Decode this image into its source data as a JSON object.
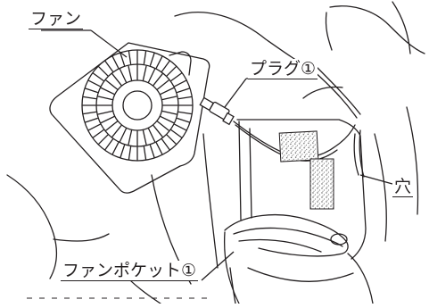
{
  "labels": {
    "fan": "ファン",
    "plug": "プラグ①",
    "hole": "穴",
    "fan_pocket": "ファンポケット①"
  },
  "colors": {
    "line": "#231f20",
    "velcro_fill": "#d9d9d9",
    "background": "#ffffff"
  }
}
